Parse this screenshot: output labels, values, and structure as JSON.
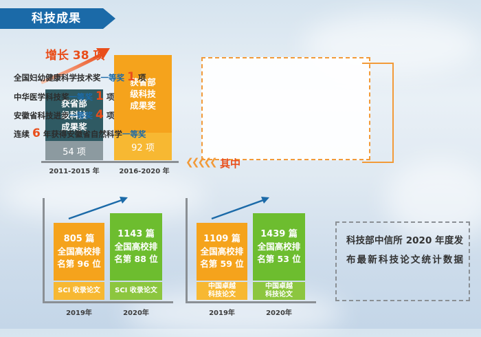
{
  "title": "科技成果",
  "growth_label": "增长 38 项",
  "period_bars": [
    {
      "label": "获省部\n级科技\n成果奖",
      "count": "54 项",
      "year": "2011-2015 年",
      "top_color": "#2f5a63",
      "bottom_color": "#8c9aa0"
    },
    {
      "label": "获省部\n级科技\n成果奖",
      "count": "92 项",
      "year": "2016-2020 年",
      "top_color": "#f5a31c",
      "bottom_color": "#f7b832"
    }
  ],
  "awards": {
    "line1": {
      "pre": "全国妇幼健康科学技术奖",
      "hl": "一等奖",
      "num": "1",
      "post": "项"
    },
    "line2": {
      "pre": "中华医学科技奖",
      "hl": "一等奖",
      "num": "1",
      "post": "项"
    },
    "line3": {
      "pre": "安徽省科技进步",
      "hl": "一等奖",
      "num": "4",
      "post": "项"
    },
    "line4": {
      "pre": "连续",
      "num": "6",
      "mid": "年获得安徽省自然科学",
      "hl": "一等奖"
    }
  },
  "qizhong": "其中",
  "papers": [
    {
      "count": "805 篇",
      "rank": "全国高校排\n名第 96 位",
      "foot": "SCI 收录论文",
      "year": "2019年",
      "color": "#f5a31c"
    },
    {
      "count": "1143 篇",
      "rank": "全国高校排\n名第 88 位",
      "foot": "SCI 收录论文",
      "year": "2020年",
      "color": "#6dbd2f"
    },
    {
      "count": "1109 篇",
      "rank": "全国高校排\n名第 59 位",
      "foot": "中国卓越\n科技论文",
      "year": "2019年",
      "color": "#f5a31c"
    },
    {
      "count": "1439 篇",
      "rank": "全国高校排\n名第 53 位",
      "foot": "中国卓越\n科技论文",
      "year": "2020年",
      "color": "#6dbd2f"
    }
  ],
  "side_note": "科技部中信所 2020 年度发布最新科技论文统计数据"
}
